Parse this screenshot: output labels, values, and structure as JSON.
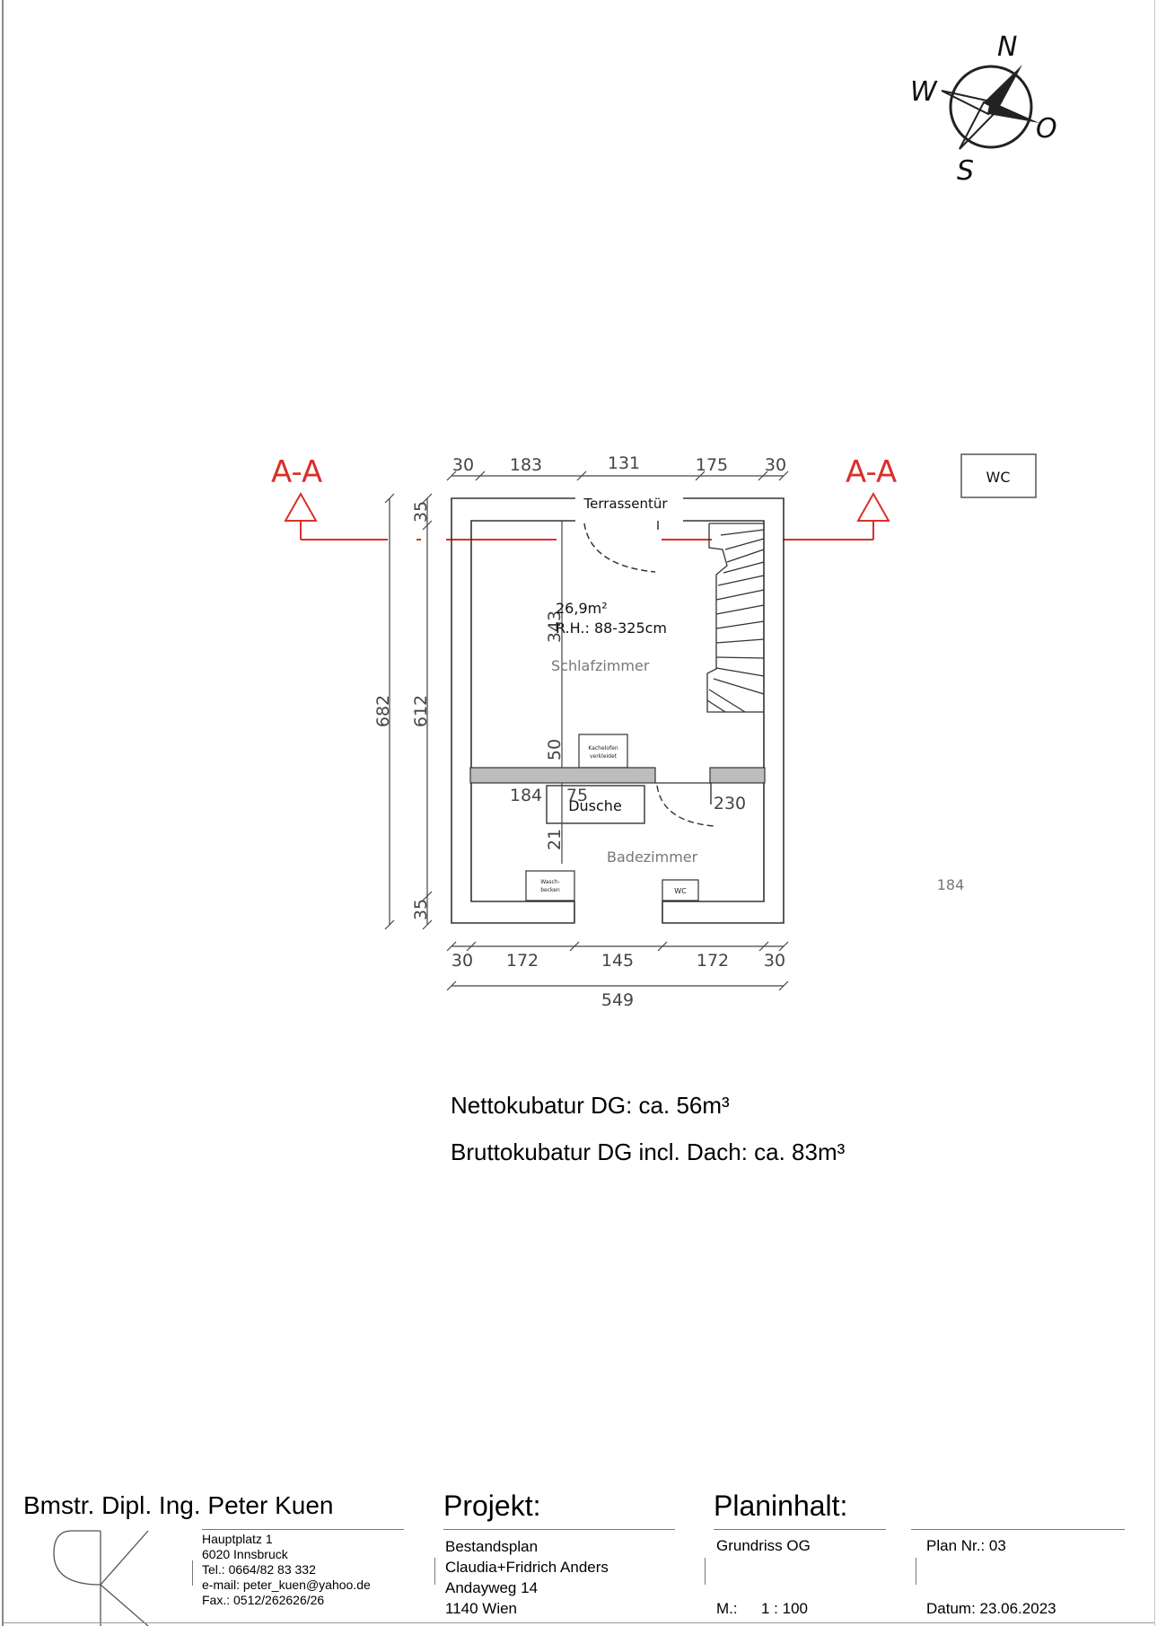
{
  "compass": {
    "n": "N",
    "w": "W",
    "o": "O",
    "s": "S"
  },
  "legend_box": "WC",
  "section_marks": {
    "left": "A-A",
    "right": "A-A"
  },
  "dimensions": {
    "top": [
      "30",
      "183",
      "131",
      "175",
      "30"
    ],
    "bottom": [
      "30",
      "172",
      "145",
      "172",
      "30"
    ],
    "total_width": "549",
    "left_outer": "682",
    "left_inner": "612",
    "left_top": "35",
    "left_bottom": "35",
    "inner_343": "343",
    "inner_50": "50",
    "inner_184": "184",
    "inner_75": "75",
    "inner_230": "230",
    "inner_21": "21",
    "right_184": "184"
  },
  "rooms": {
    "door_label": "Terrassentür",
    "area": "26,9m²",
    "height": "R.H.: 88-325cm",
    "bedroom": "Schlafzimmer",
    "stove_line1": "Kachelofen",
    "stove_line2": "verkleidet",
    "shower": "Dusche",
    "bathroom": "Badezimmer",
    "sink_line1": "Wasch-",
    "sink_line2": "becken",
    "wc": "WC"
  },
  "volumes": {
    "net": "Nettokubatur DG: ca. 56m³",
    "gross": "Bruttokubatur DG incl. Dach: ca. 83m³"
  },
  "title_block": {
    "architect": "Bmstr. Dipl. Ing. Peter Kuen",
    "address_lines": [
      "Hauptplatz 1",
      "6020 Innsbruck",
      "Tel.: 0664/82 83 332",
      "e-mail: peter_kuen@yahoo.de",
      "Fax.: 0512/262626/26"
    ],
    "project_heading": "Projekt:",
    "project_lines": [
      "Bestandsplan",
      "Claudia+Fridrich Anders",
      "Andayweg 14",
      "1140 Wien"
    ],
    "content_heading": "Planinhalt:",
    "content": "Grundriss OG",
    "scale_label": "M.:",
    "scale_value": "1 : 100",
    "plan_no": "Plan Nr.: 03",
    "date": "Datum: 23.06.2023"
  }
}
